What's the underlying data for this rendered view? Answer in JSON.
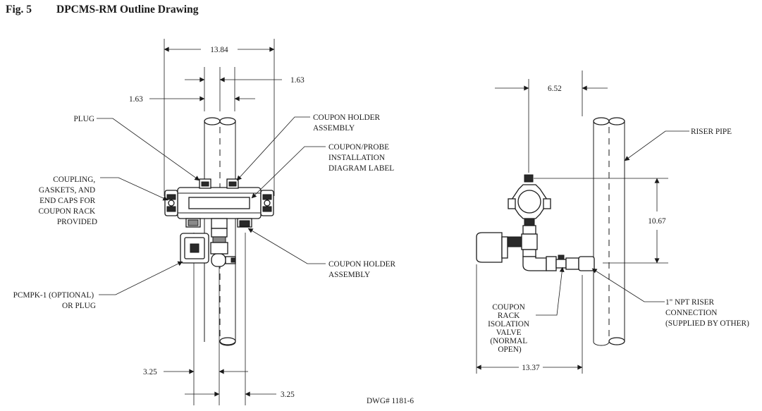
{
  "figure": {
    "number": "Fig. 5",
    "title": "DPCMS-RM Outline Drawing"
  },
  "dimensions": {
    "overall_width": "13.84",
    "right_spacing": "1.63",
    "left_spacing": "1.63",
    "bottom_left": "3.25",
    "bottom_right": "3.25",
    "side_offset": "6.52",
    "vertical_span": "10.67",
    "side_depth": "13.37"
  },
  "labels": {
    "plug": "PLUG",
    "coupon_holder_top": [
      "COUPON HOLDER",
      "ASSEMBLY"
    ],
    "diagram_label": [
      "COUPON/PROBE",
      "INSTALLATION",
      "DIAGRAM LABEL"
    ],
    "coupling": [
      "COUPLING,",
      "GASKETS, AND",
      "END CAPS FOR",
      "COUPON RACK",
      "PROVIDED"
    ],
    "coupon_holder_bottom": [
      "COUPON HOLDER",
      "ASSEMBLY"
    ],
    "pcmpk": [
      "PCMPK-1 (OPTIONAL)",
      "OR PLUG"
    ],
    "riser_pipe": "RISER PIPE",
    "isolation_valve": [
      "COUPON",
      "RACK",
      "ISOLATION",
      "VALVE",
      "(NORMAL",
      "OPEN)"
    ],
    "riser_connection": [
      "1\" NPT RISER",
      "CONNECTION",
      "(SUPPLIED BY OTHER)"
    ]
  },
  "drawing_number": "DWG# 1181-6"
}
